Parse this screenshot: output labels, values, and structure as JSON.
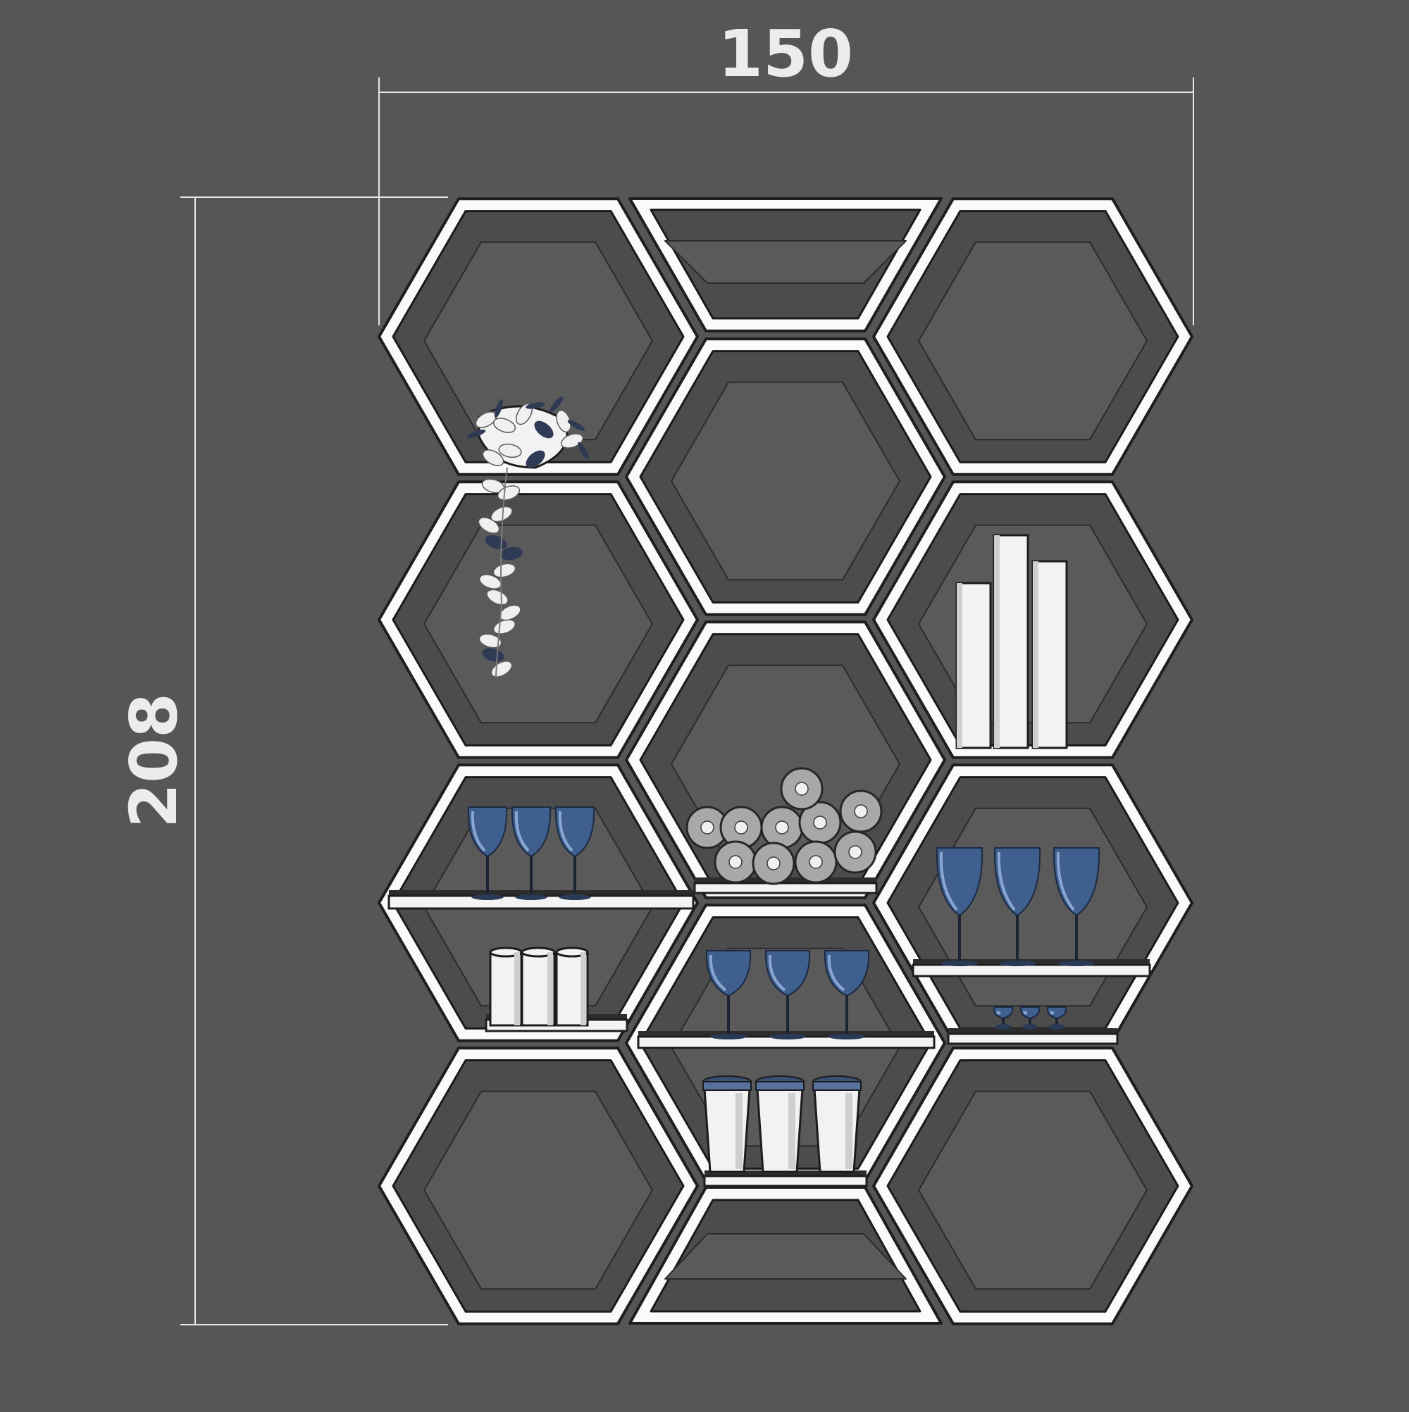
{
  "dimensions": {
    "width": {
      "value": "150"
    },
    "height": {
      "value": "208"
    }
  },
  "colors": {
    "background": "#565656",
    "frame": "#fafafa",
    "glass_blue": "#3f5f8e"
  },
  "shelf_contents": [
    "trailing-plant",
    "books",
    "wine-glasses",
    "wine-bottles",
    "candle-cylinders",
    "cups"
  ]
}
